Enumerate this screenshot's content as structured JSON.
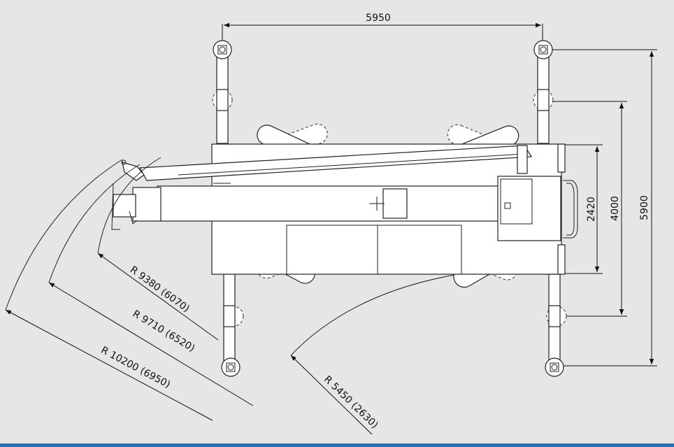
{
  "dimensions": {
    "outrigger_span_width": "5950",
    "outrigger_span_length": "5900",
    "outrigger_span_mid": "4000",
    "vehicle_width": "2420"
  },
  "radii": {
    "r1": "R 9380 (6070)",
    "r2": "R 9710 (6520)",
    "r3": "R 10200 (6950)",
    "r4": "R 5450 (2630)"
  },
  "colors": {
    "background": "#e6e6e6",
    "line": "#111111",
    "fill": "#ffffff",
    "accent_bar": "#2c6fb0"
  }
}
